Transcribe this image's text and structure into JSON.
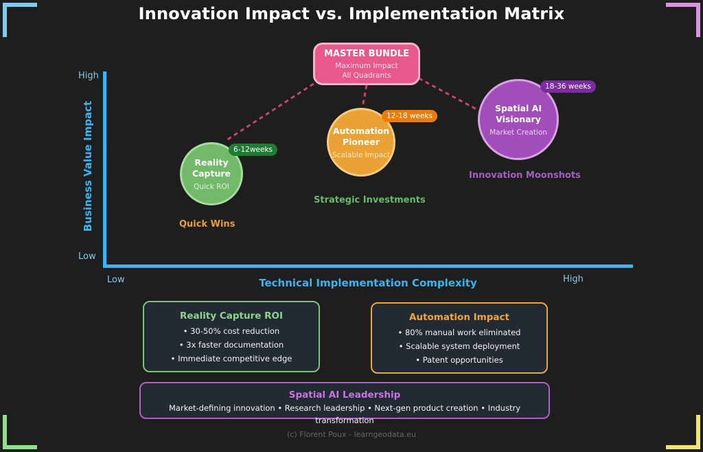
{
  "title": "Innovation Impact vs. Implementation Matrix",
  "axes": {
    "y_label": "Business Value Impact",
    "y_high": "High",
    "y_low": "Low",
    "x_label": "Technical Implementation Complexity",
    "x_low": "Low",
    "x_high": "High"
  },
  "master": {
    "title": "MASTER BUNDLE",
    "line1": "Maximum Impact",
    "line2": "All Quadrants"
  },
  "bubbles": [
    {
      "name": "Reality Capture",
      "sub": "Quick ROI",
      "tag": "6-12weeks"
    },
    {
      "name": "Automation Pioneer",
      "sub": "Scalable Impact",
      "tag": "12-18 weeks"
    },
    {
      "name": "Spatial AI Visionary",
      "sub": "Market Creation",
      "tag": "18-36 weeks"
    }
  ],
  "quadrants": {
    "quick": "Quick Wins",
    "strategic": "Strategic Investments",
    "moonshots": "Innovation Moonshots"
  },
  "cards": {
    "reality": {
      "title": "Reality Capture ROI",
      "items": [
        "• 30-50% cost reduction",
        "• 3x faster documentation",
        "• Immediate competitive edge"
      ]
    },
    "automation": {
      "title": "Automation Impact",
      "items": [
        "• 80% manual work eliminated",
        "• Scalable system deployment",
        "• Patent opportunities"
      ]
    },
    "spatial": {
      "title": "Spatial AI Leadership",
      "text": "Market-defining innovation • Research leadership • Next-gen product creation • Industry transformation"
    }
  },
  "footer": "(c) Florent Poux - learngeodata.eu",
  "colors": {
    "axis": "#3ab4f2",
    "green": "#72b96a",
    "orange": "#e9a233",
    "purple": "#a14eba",
    "pink": "#e8588b"
  }
}
